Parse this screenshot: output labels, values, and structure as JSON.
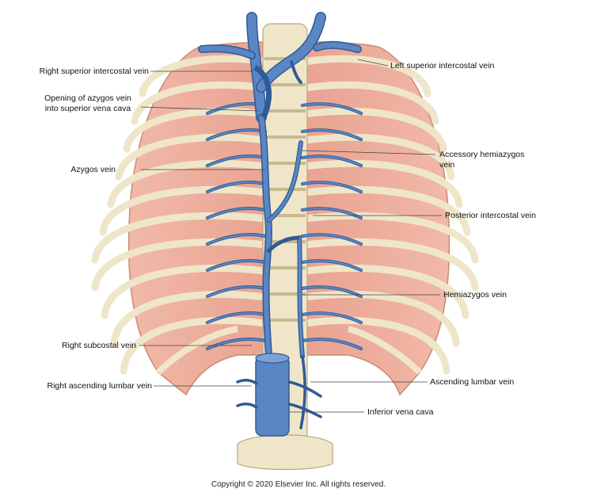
{
  "labels": {
    "right_superior_intercostal_vein": "Right superior intercostal vein",
    "opening_azygos_line1": "Opening of azygos vein",
    "opening_azygos_line2": "into superior vena cava",
    "azygos_vein": "Azygos vein",
    "right_subcostal_vein": "Right subcostal vein",
    "right_ascending_lumbar_vein": "Right ascending lumbar vein",
    "left_superior_intercostal_vein": "Left superior intercostal vein",
    "accessory_hemiazygos_line1": "Accessory hemiazygos",
    "accessory_hemiazygos_line2": "vein",
    "posterior_intercostal_vein": "Posterior intercostal vein",
    "hemiazygos_vein": "Hemiazygos vein",
    "ascending_lumbar_vein": "Ascending lumbar vein",
    "inferior_vena_cava": "Inferior vena cava"
  },
  "copyright": "Copyright © 2020 Elsevier Inc. All rights reserved.",
  "colors": {
    "muscle": "#e9a08e",
    "muscle_dark": "#d97f6c",
    "bone": "#efe6c9",
    "bone_edge": "#b9a77c",
    "vein": "#5b86c4",
    "vein_edge": "#2f5a96",
    "leader": "#444444"
  }
}
